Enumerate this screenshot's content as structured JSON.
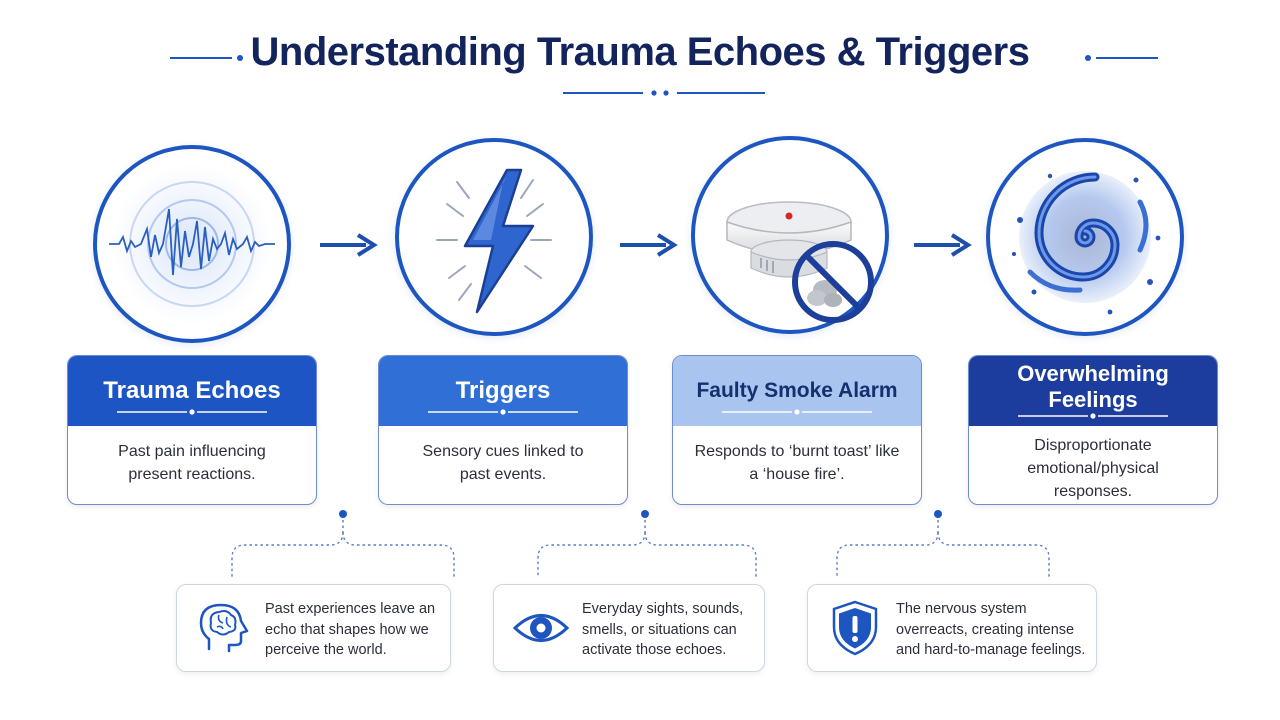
{
  "title": "Understanding Trauma Echoes & Triggers",
  "steps": [
    {
      "title": "Trauma Echoes",
      "description": "Past pain influencing present reactions.",
      "icon": "sound-wave-icon"
    },
    {
      "title": "Triggers",
      "description": "Sensory cues linked to past events.",
      "icon": "lightning-bolt-icon"
    },
    {
      "title": "Faulty Smoke Alarm",
      "description": "Responds to ‘burnt toast’ like a ‘house fire’.",
      "icon": "smoke-alarm-icon"
    },
    {
      "title": "Overwhelming Feelings",
      "description": "Disproportionate emotional/physical responses.",
      "icon": "swirl-vortex-icon"
    }
  ],
  "notes": [
    {
      "text": "Past experiences leave an echo that shapes how we perceive the world.",
      "icon": "brain-head-icon"
    },
    {
      "text": "Everyday sights, sounds, smells, or situations can activate those echoes.",
      "icon": "eye-icon"
    },
    {
      "text": "The nervous system overreacts, creating intense and hard-to-manage feelings.",
      "icon": "shield-alert-icon"
    }
  ],
  "colors": {
    "title": "#13245c",
    "header_1": "#1d55c4",
    "header_2": "#2f6fd6",
    "header_3": "#a9c4ee",
    "header_4": "#1c3d9e",
    "accent": "#1d56c0"
  }
}
